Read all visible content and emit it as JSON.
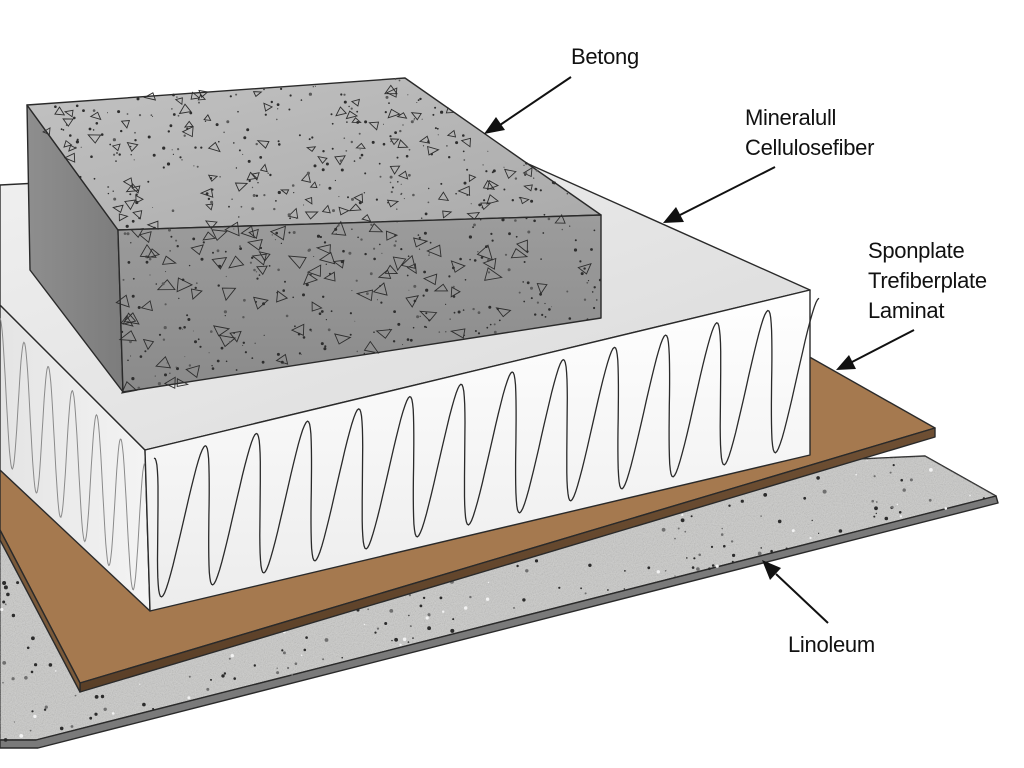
{
  "labels": {
    "betong": "Betong",
    "mineralull": "Mineralull",
    "cellulosefiber": "Cellulosefiber",
    "sponplate": "Sponplate",
    "trefiberplate": "Trefiberplate",
    "laminat": "Laminat",
    "linoleum": "Linoleum"
  },
  "colors": {
    "linoleum": "#c9c9c7",
    "board": "#a5794f",
    "insulation": "#f7f7f7",
    "concrete": "#b4b4b4"
  }
}
